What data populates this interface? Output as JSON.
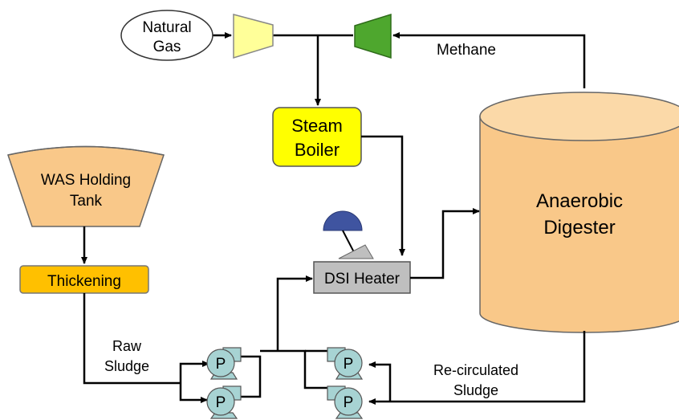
{
  "labels": {
    "natural_gas_1": "Natural",
    "natural_gas_2": "Gas",
    "methane": "Methane",
    "steam_boiler_1": "Steam",
    "steam_boiler_2": "Boiler",
    "was_tank_1": "WAS Holding",
    "was_tank_2": "Tank",
    "thickening": "Thickening",
    "dsi_heater": "DSI Heater",
    "digester_1": "Anaerobic",
    "digester_2": "Digester",
    "raw_sludge_1": "Raw",
    "raw_sludge_2": "Sludge",
    "recirc_1": "Re-circulated",
    "recirc_2": "Sludge",
    "pump_letter": "P"
  },
  "colors": {
    "natural_gas_fill": "#ffffff",
    "left_compressor": "#ffff99",
    "right_compressor": "#4ea72e",
    "steam_boiler": "#ffff00",
    "was_tank": "#f9c889",
    "thickening": "#ffc000",
    "digester": "#f9c889",
    "dsi_heater": "#bfbfbf",
    "valve_cap": "#3f54a0",
    "pump": "#a7d3d3"
  }
}
